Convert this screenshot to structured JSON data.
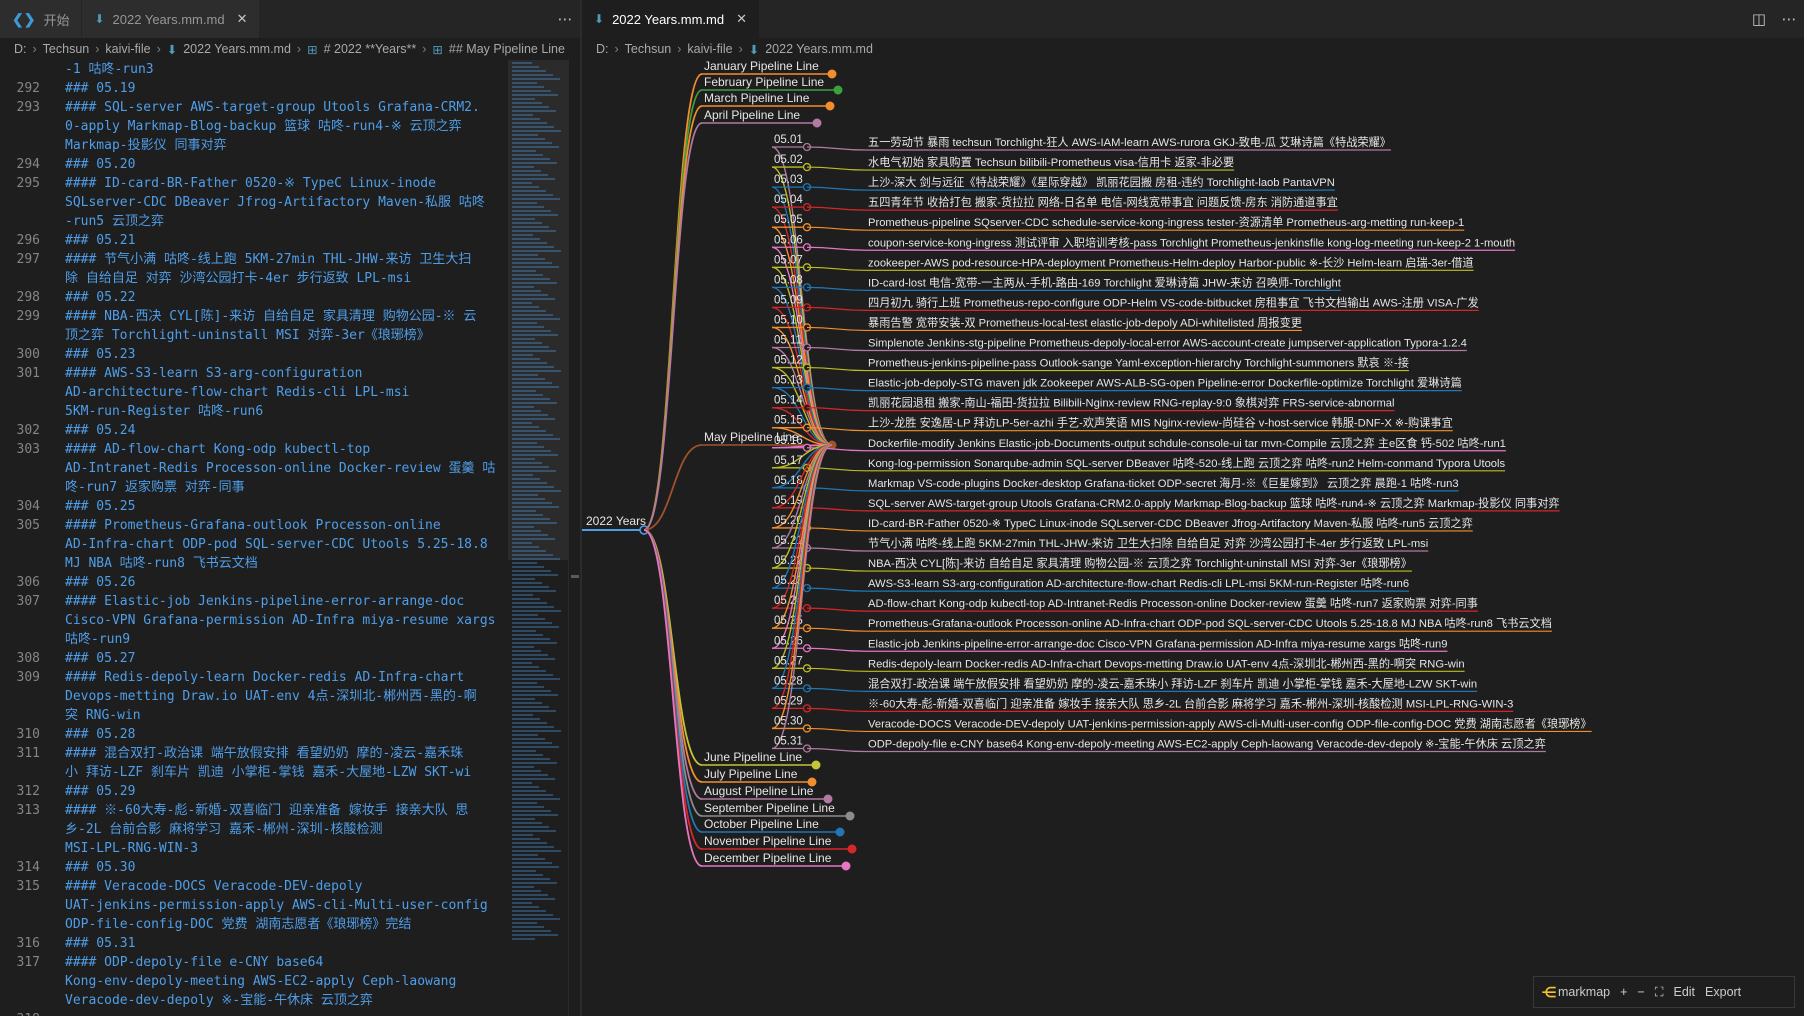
{
  "left_tabs": [
    {
      "label": "开始"
    },
    {
      "label": "2022 Years.mm.md"
    }
  ],
  "right_tabs": [
    {
      "label": "2022 Years.mm.md"
    }
  ],
  "left_breadcrumb": [
    "D:",
    "Techsun",
    "kaivi-file",
    "2022 Years.mm.md",
    "# 2022 **Years**",
    "## May Pipeline Line"
  ],
  "right_breadcrumb": [
    "D:",
    "Techsun",
    "kaivi-file",
    "2022 Years.mm.md"
  ],
  "editor": {
    "lines": [
      {
        "n": "",
        "t": "-1 咕咚-run3"
      },
      {
        "n": "292",
        "t": "### 05.19"
      },
      {
        "n": "293",
        "t": "#### SQL-server AWS-target-group Utools Grafana-CRM2."
      },
      {
        "n": "",
        "t": "0-apply Markmap-Blog-backup 篮球 咕咚-run4-※ 云顶之弈"
      },
      {
        "n": "",
        "t": "Markmap-投影仪 同事对弈"
      },
      {
        "n": "294",
        "t": "### 05.20"
      },
      {
        "n": "295",
        "t": "#### ID-card-BR-Father 0520-※ TypeC Linux-inode"
      },
      {
        "n": "",
        "t": "SQLserver-CDC DBeaver Jfrog-Artifactory Maven-私服 咕咚"
      },
      {
        "n": "",
        "t": "-run5 云顶之弈"
      },
      {
        "n": "296",
        "t": "### 05.21"
      },
      {
        "n": "297",
        "t": "#### 节气小满 咕咚-线上跑 5KM-27min THL-JHW-来访 卫生大扫"
      },
      {
        "n": "",
        "t": "除 自给自足 对弈 沙湾公园打卡-4er 步行返致 LPL-msi"
      },
      {
        "n": "298",
        "t": "### 05.22"
      },
      {
        "n": "299",
        "t": "#### NBA-西决 CYL[陈]-来访 自给自足 家具清理 购物公园-※ 云"
      },
      {
        "n": "",
        "t": "顶之弈 Torchlight-uninstall MSI 对弈-3er《琅琊榜》"
      },
      {
        "n": "300",
        "t": "### 05.23"
      },
      {
        "n": "301",
        "t": "#### AWS-S3-learn S3-arg-configuration"
      },
      {
        "n": "",
        "t": "AD-architecture-flow-chart Redis-cli LPL-msi"
      },
      {
        "n": "",
        "t": "5KM-run-Register 咕咚-run6"
      },
      {
        "n": "302",
        "t": "### 05.24"
      },
      {
        "n": "303",
        "t": "#### AD-flow-chart Kong-odp kubectl-top"
      },
      {
        "n": "",
        "t": "AD-Intranet-Redis Processon-online Docker-review 蛋羹 咕"
      },
      {
        "n": "",
        "t": "咚-run7 返家购票 对弈-同事"
      },
      {
        "n": "304",
        "t": "### 05.25"
      },
      {
        "n": "305",
        "t": "#### Prometheus-Grafana-outlook Processon-online"
      },
      {
        "n": "",
        "t": "AD-Infra-chart ODP-pod SQL-server-CDC Utools 5.25-18.8"
      },
      {
        "n": "",
        "t": "MJ NBA 咕咚-run8 飞书云文档"
      },
      {
        "n": "306",
        "t": "### 05.26"
      },
      {
        "n": "307",
        "t": "#### Elastic-job Jenkins-pipeline-error-arrange-doc"
      },
      {
        "n": "",
        "t": "Cisco-VPN Grafana-permission AD-Infra miya-resume xargs"
      },
      {
        "n": "",
        "t": "咕咚-run9"
      },
      {
        "n": "308",
        "t": "### 05.27"
      },
      {
        "n": "309",
        "t": "#### Redis-depoly-learn Docker-redis AD-Infra-chart"
      },
      {
        "n": "",
        "t": "Devops-metting Draw.io UAT-env 4点-深圳北-郴州西-黑的-啊"
      },
      {
        "n": "",
        "t": "突 RNG-win"
      },
      {
        "n": "310",
        "t": "### 05.28"
      },
      {
        "n": "311",
        "t": "#### 混合双打-政治课 端午放假安排 看望奶奶 摩的-凌云-嘉禾珠"
      },
      {
        "n": "",
        "t": "小 拜访-LZF 刹车片 凯迪 小掌柜-掌钱 嘉禾-大屋地-LZW SKT-wi"
      },
      {
        "n": "312",
        "t": "### 05.29"
      },
      {
        "n": "313",
        "t": "#### ※-60大寿-彪-新婚-双喜临门 迎亲准备 嫁妆手 接亲大队 思"
      },
      {
        "n": "",
        "t": "乡-2L 台前合影 麻将学习 嘉禾-郴州-深圳-核酸检测"
      },
      {
        "n": "",
        "t": "MSI-LPL-RNG-WIN-3"
      },
      {
        "n": "314",
        "t": "### 05.30"
      },
      {
        "n": "315",
        "t": "#### Veracode-DOCS Veracode-DEV-depoly"
      },
      {
        "n": "",
        "t": "UAT-jenkins-permission-apply AWS-cli-Multi-user-config"
      },
      {
        "n": "",
        "t": "ODP-file-config-DOC 党费 湖南志愿者《琅琊榜》完结"
      },
      {
        "n": "316",
        "t": "### 05.31"
      },
      {
        "n": "317",
        "t": "#### ODP-depoly-file e-CNY base64"
      },
      {
        "n": "",
        "t": "Kong-env-depoly-meeting AWS-EC2-apply Ceph-laowang"
      },
      {
        "n": "",
        "t": "Veracode-dev-depoly ※-宝能-午休床 云顶之弈"
      },
      {
        "n": "318",
        "t": ""
      }
    ]
  },
  "mindmap": {
    "root": "2022 Years",
    "months_top": [
      {
        "label": "January Pipeline Line",
        "color": "#f28e2c"
      },
      {
        "label": "February Pipeline Line",
        "color": "#3ca03c"
      },
      {
        "label": "March Pipeline Line",
        "color": "#f28e2c"
      },
      {
        "label": "April Pipeline Line",
        "color": "#b07aa1"
      }
    ],
    "may": {
      "label": "May Pipeline Line",
      "color": "#a0522d"
    },
    "months_bottom": [
      {
        "label": "June Pipeline Line",
        "color": "#c4c43a"
      },
      {
        "label": "July Pipeline Line",
        "color": "#f28e2c"
      },
      {
        "label": "August Pipeline Line",
        "color": "#b07aa1"
      },
      {
        "label": "September Pipeline Line",
        "color": "#8c8c8c"
      },
      {
        "label": "October Pipeline Line",
        "color": "#1f77b4"
      },
      {
        "label": "November Pipeline Line",
        "color": "#d62728"
      },
      {
        "label": "December Pipeline Line",
        "color": "#e377c2"
      }
    ],
    "days": [
      {
        "date": "05.01",
        "text": "五一劳动节 暴雨 techsun Torchlight-狂人 AWS-IAM-learn AWS-rurora GKJ-致电-瓜 艾琳诗篇《特战荣耀》",
        "color": "#b07aa1"
      },
      {
        "date": "05.02",
        "text": "水电气初始 家具购置 Techsun bilibili-Prometheus visa-信用卡 返家-非必要",
        "color": "#bcbd22"
      },
      {
        "date": "05.03",
        "text": "上沙-深大 剑与远征《特战荣耀》《星际穿越》 凯丽花园搬 房租-违约 Torchlight-laob PantaVPN",
        "color": "#1f77b4"
      },
      {
        "date": "05.04",
        "text": "五四青年节 收拾打包 搬家-货拉拉 网络-日名单 电信-网线宽带事宜 问题反馈-房东 消防通道事宜",
        "color": "#d62728"
      },
      {
        "date": "05.05",
        "text": "Prometheus-pipeline SQserver-CDC schedule-service-kong-ingress tester-资源清单 Prometheus-arg-metting run-keep-1",
        "color": "#f28e2c"
      },
      {
        "date": "05.06",
        "text": "coupon-service-kong-ingress 测试评审 入职培训考核-pass Torchlight Prometheus-jenkinsfile kong-log-meeting run-keep-2 1-mouth",
        "color": "#e377c2"
      },
      {
        "date": "05.07",
        "text": "zookeeper-AWS pod-resource-HPA-deployment Prometheus-Helm-deploy Harbor-public ※-长沙 Helm-learn 启瑞-3er-借道",
        "color": "#bcbd22"
      },
      {
        "date": "05.08",
        "text": "ID-card-lost 电信-宽带-一主两从-手机-路由-169 Torchlight 爱琳诗篇 JHW-来访 召唤师-Torchlight",
        "color": "#1f77b4"
      },
      {
        "date": "05.09",
        "text": "四月初九 骑行上班 Prometheus-repo-configure ODP-Helm VS-code-bitbucket 房租事宜 飞书文档输出 AWS-注册 VISA-广发",
        "color": "#d62728"
      },
      {
        "date": "05.10",
        "text": "暴雨告警 宽带安装-双 Prometheus-local-test elastic-job-depoly ADi-whitelisted 周报变更",
        "color": "#f28e2c"
      },
      {
        "date": "05.11",
        "text": "Simplenote Jenkins-stg-pipeline Prometheus-depoly-local-error AWS-account-create jumpserver-application Typora-1.2.4",
        "color": "#b07aa1"
      },
      {
        "date": "05.12",
        "text": "Prometheus-jenkins-pipeline-pass Outlook-sange Yaml-exception-hierarchy Torchlight-summoners 默哀 ※-接",
        "color": "#bcbd22"
      },
      {
        "date": "05.13",
        "text": "Elastic-job-depoly-STG maven jdk Zookeeper AWS-ALB-SG-open Pipeline-error Dockerfile-optimize Torchlight 爱琳诗篇",
        "color": "#1f77b4"
      },
      {
        "date": "05.14",
        "text": "凯丽花园退租 搬家-南山-福田-货拉拉 Bilibili-Nginx-review RNG-replay-9:0 象棋对弈 FRS-service-abnormal",
        "color": "#d62728"
      },
      {
        "date": "05.15",
        "text": "上沙-龙胜 安逸居-LP 拜访LP-5er-azhi 手艺-欢声笑语 MIS Nginx-review-尚硅谷 v-host-service 韩服-DNF-X ※-购课事宜",
        "color": "#f28e2c"
      },
      {
        "date": "05.16",
        "text": "Dockerfile-modify Jenkins Elastic-job-Documents-output schdule-console-ui tar mvn-Compile 云顶之弈 主e区食 钙-502 咕咚-run1",
        "color": "#e377c2"
      },
      {
        "date": "05.17",
        "text": "Kong-log-permission Sonarqube-admin SQL-server DBeaver 咕咚-520-线上跑 云顶之弈 咕咚-run2 Helm-conmand Typora Utools",
        "color": "#bcbd22"
      },
      {
        "date": "05.18",
        "text": "Markmap VS-code-plugins Docker-desktop Grafana-ticket ODP-secret 海月-※《巨星嫁到》 云顶之弈 晨跑-1 咕咚-run3",
        "color": "#1f77b4"
      },
      {
        "date": "05.19",
        "text": "SQL-server AWS-target-group Utools Grafana-CRM2.0-apply Markmap-Blog-backup 篮球 咕咚-run4-※ 云顶之弈 Markmap-投影仪 同事对弈",
        "color": "#d62728"
      },
      {
        "date": "05.20",
        "text": "ID-card-BR-Father 0520-※ TypeC Linux-inode SQLserver-CDC DBeaver Jfrog-Artifactory Maven-私服 咕咚-run5 云顶之弈",
        "color": "#f28e2c"
      },
      {
        "date": "05.21",
        "text": "节气小满 咕咚-线上跑 5KM-27min THL-JHW-来访 卫生大扫除 自给自足 对弈 沙湾公园打卡-4er 步行返致 LPL-msi",
        "color": "#b07aa1"
      },
      {
        "date": "05.22",
        "text": "NBA-西决 CYL[陈]-来访 自给自足 家具清理 购物公园-※ 云顶之弈 Torchlight-uninstall MSI 对弈-3er《琅琊榜》",
        "color": "#bcbd22"
      },
      {
        "date": "05.23",
        "text": "AWS-S3-learn S3-arg-configuration AD-architecture-flow-chart Redis-cli LPL-msi 5KM-run-Register 咕咚-run6",
        "color": "#1f77b4"
      },
      {
        "date": "05.24",
        "text": "AD-flow-chart Kong-odp kubectl-top AD-Intranet-Redis Processon-online Docker-review 蛋羹 咕咚-run7 返家购票 对弈-同事",
        "color": "#d62728"
      },
      {
        "date": "05.25",
        "text": "Prometheus-Grafana-outlook Processon-online AD-Infra-chart ODP-pod SQL-server-CDC Utools 5.25-18.8 MJ NBA 咕咚-run8 飞书云文档",
        "color": "#f28e2c"
      },
      {
        "date": "05.26",
        "text": "Elastic-job Jenkins-pipeline-error-arrange-doc Cisco-VPN Grafana-permission AD-Infra miya-resume xargs 咕咚-run9",
        "color": "#e377c2"
      },
      {
        "date": "05.27",
        "text": "Redis-depoly-learn Docker-redis AD-Infra-chart Devops-metting Draw.io UAT-env 4点-深圳北-郴州西-黑的-啊突 RNG-win",
        "color": "#bcbd22"
      },
      {
        "date": "05.28",
        "text": "混合双打-政治课 端午放假安排 看望奶奶 摩的-凌云-嘉禾珠小 拜访-LZF 刹车片 凯迪 小掌柜-掌钱 嘉禾-大屋地-LZW SKT-win",
        "color": "#1f77b4"
      },
      {
        "date": "05.29",
        "text": "※-60大寿-彪-新婚-双喜临门 迎亲准备 嫁妆手 接亲大队 思乡-2L 台前合影 麻将学习 嘉禾-郴州-深圳-核酸检测 MSI-LPL-RNG-WIN-3",
        "color": "#d62728"
      },
      {
        "date": "05.30",
        "text": "Veracode-DOCS Veracode-DEV-depoly UAT-jenkins-permission-apply AWS-cli-Multi-user-config ODP-file-config-DOC 党费 湖南志愿者《琅琊榜》",
        "color": "#f28e2c"
      },
      {
        "date": "05.31",
        "text": "ODP-depoly-file e-CNY base64 Kong-env-depoly-meeting AWS-EC2-apply Ceph-laowang Veracode-dev-depoly ※-宝能-午休床 云顶之弈",
        "color": "#b07aa1"
      }
    ]
  },
  "toolbar": {
    "brand": "markmap",
    "zoom_in": "+",
    "zoom_out": "−",
    "fit": "⛶",
    "edit": "Edit",
    "export": "Export"
  }
}
